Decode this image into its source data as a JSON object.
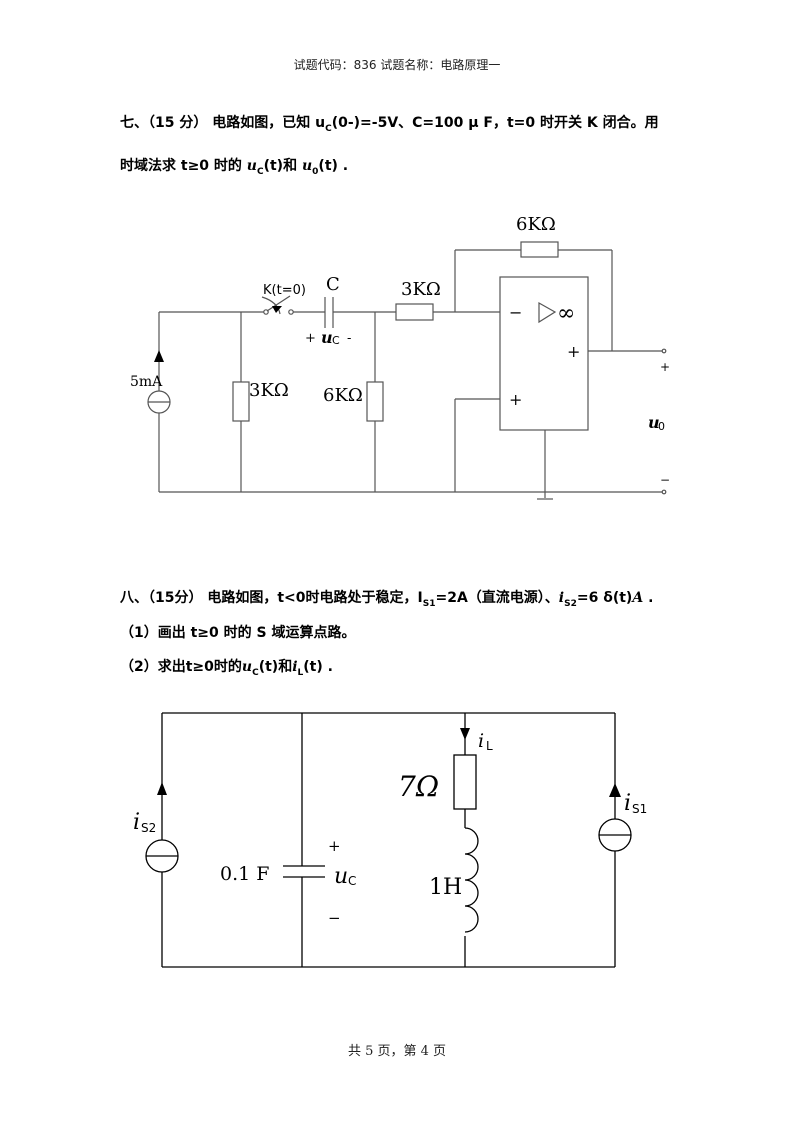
{
  "header": {
    "text": "试题代码：836 试题名称：电路原理一"
  },
  "q7": {
    "line1": "七、（15 分）  电路如图，已知 u",
    "line1_sub": "C",
    "line1_rest": "(0-)=-5V、C=100 μ F，t=0 时开关 K 闭合。用",
    "line2_a": "时域法求 t≥0 时的 ",
    "line2_uc": "u",
    "line2_uc_sub": "C",
    "line2_b": "(t)和 ",
    "line2_uo": "u",
    "line2_uo_sub": "0",
    "line2_c": "(t)  .",
    "circuit": {
      "source_label": "5mA",
      "r1_label": "3KΩ",
      "switch_label": "K(t=0)",
      "cap_label": "C",
      "cap_plus": "+",
      "cap_var": "u",
      "cap_var_sub": "C",
      "cap_minus": "-",
      "r2_label": "6KΩ",
      "r3_label": "3KΩ",
      "rf_label": "6KΩ",
      "opamp_minus": "−",
      "opamp_plus_in": "+",
      "opamp_plus_out": "+",
      "opamp_inf": "∞",
      "out_plus": "+",
      "out_minus": "−",
      "out_var": "u",
      "out_var_sub": "0"
    }
  },
  "q8": {
    "line1_a": "八、（15分） 电路如图，t<0时电路处于稳定，I",
    "line1_s1": "S1",
    "line1_b": "=2A（直流电源）、",
    "line1_is2": "i",
    "line1_s2": "S2",
    "line1_c": "=6 δ(t)",
    "line1_A": "A",
    "line1_d": "  .",
    "item1": "（1）画出 t≥0 时的 S 域运算点路。",
    "item2_a": "（2）求出t≥0时的",
    "item2_uc": "u",
    "item2_uc_sub": "C",
    "item2_b": "(t)和",
    "item2_il": "i",
    "item2_il_sub": "L",
    "item2_c": "(t)  .",
    "circuit": {
      "is2_var": "i",
      "is2_sub": "S2",
      "cap_label": "0.1 F",
      "cap_plus": "+",
      "cap_var": "u",
      "cap_var_sub": "C",
      "cap_minus": "−",
      "res_label": "7Ω",
      "ind_label": "1H",
      "il_var": "i",
      "il_sub": "L",
      "is1_var": "i",
      "is1_sub": "S1"
    }
  },
  "footer": {
    "text": "共 5 页，第 4 页"
  }
}
